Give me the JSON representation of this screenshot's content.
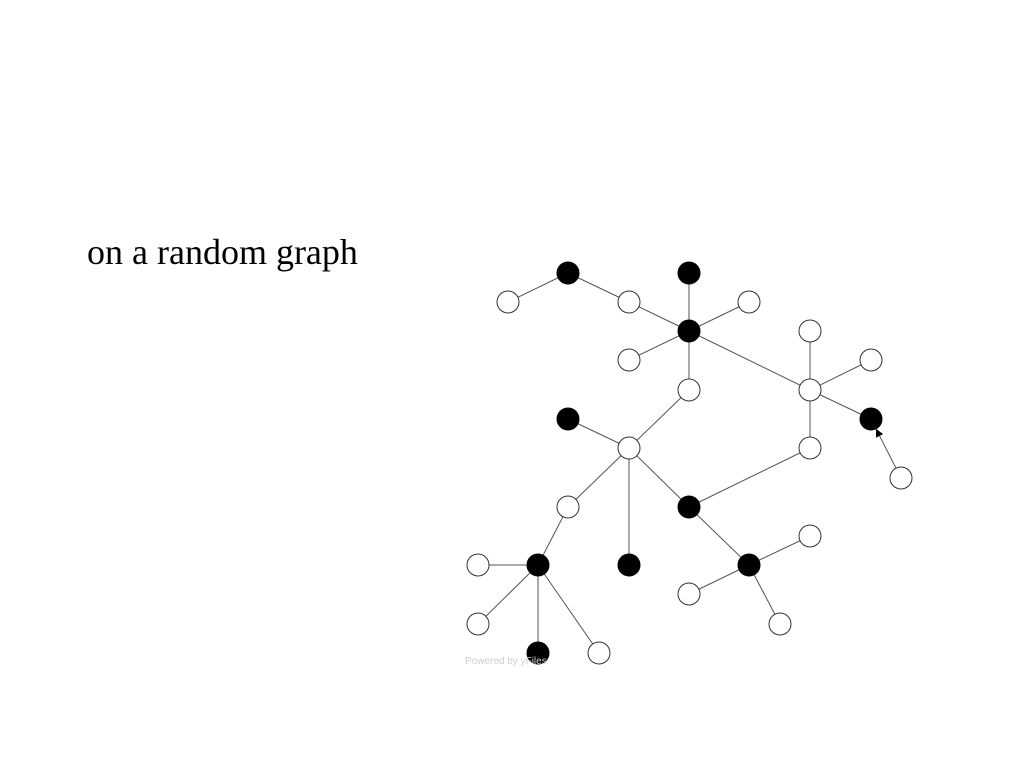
{
  "slide": {
    "title": "on a random graph"
  },
  "graph": {
    "watermark": "Powered by yFiles",
    "colors": {
      "filled_node": "#000000",
      "empty_node": "#ffffff",
      "node_stroke": "#333333",
      "edge": "#555555"
    },
    "nodes": [
      {
        "id": "n1",
        "state": "empty"
      },
      {
        "id": "n2",
        "state": "filled"
      },
      {
        "id": "n3",
        "state": "empty"
      },
      {
        "id": "n4",
        "state": "filled"
      },
      {
        "id": "n5",
        "state": "filled"
      },
      {
        "id": "n6",
        "state": "empty"
      },
      {
        "id": "n7",
        "state": "empty"
      },
      {
        "id": "n8",
        "state": "empty"
      },
      {
        "id": "n9",
        "state": "empty"
      },
      {
        "id": "n10",
        "state": "empty"
      },
      {
        "id": "n11",
        "state": "empty"
      },
      {
        "id": "n12",
        "state": "filled"
      },
      {
        "id": "n13",
        "state": "empty"
      },
      {
        "id": "n14",
        "state": "filled"
      },
      {
        "id": "n15",
        "state": "empty"
      },
      {
        "id": "n16",
        "state": "empty"
      },
      {
        "id": "n17",
        "state": "filled"
      },
      {
        "id": "n18",
        "state": "empty"
      },
      {
        "id": "n19",
        "state": "filled"
      },
      {
        "id": "n20",
        "state": "filled"
      },
      {
        "id": "n21",
        "state": "empty"
      },
      {
        "id": "n22",
        "state": "filled"
      },
      {
        "id": "n23",
        "state": "empty"
      },
      {
        "id": "n24",
        "state": "empty"
      },
      {
        "id": "n25",
        "state": "empty"
      },
      {
        "id": "n26",
        "state": "empty"
      },
      {
        "id": "n27",
        "state": "filled"
      },
      {
        "id": "n28",
        "state": "empty"
      }
    ],
    "edges": [
      {
        "from": "n1",
        "to": "n2"
      },
      {
        "from": "n2",
        "to": "n3"
      },
      {
        "from": "n3",
        "to": "n5"
      },
      {
        "from": "n4",
        "to": "n5"
      },
      {
        "from": "n6",
        "to": "n5"
      },
      {
        "from": "n7",
        "to": "n5"
      },
      {
        "from": "n5",
        "to": "n8"
      },
      {
        "from": "n5",
        "to": "n9"
      },
      {
        "from": "n10",
        "to": "n9"
      },
      {
        "from": "n11",
        "to": "n9"
      },
      {
        "from": "n9",
        "to": "n12"
      },
      {
        "from": "n9",
        "to": "n16"
      },
      {
        "from": "n8",
        "to": "n15"
      },
      {
        "from": "n14",
        "to": "n15"
      },
      {
        "from": "n15",
        "to": "n18"
      },
      {
        "from": "n15",
        "to": "n19"
      },
      {
        "from": "n15",
        "to": "n17"
      },
      {
        "from": "n16",
        "to": "n17"
      },
      {
        "from": "n17",
        "to": "n22"
      },
      {
        "from": "n18",
        "to": "n20"
      },
      {
        "from": "n21",
        "to": "n20"
      },
      {
        "from": "n20",
        "to": "n24"
      },
      {
        "from": "n20",
        "to": "n27"
      },
      {
        "from": "n20",
        "to": "n28"
      },
      {
        "from": "n22",
        "to": "n19b"
      },
      {
        "from": "n22",
        "to": "n23"
      },
      {
        "from": "n22",
        "to": "n25"
      }
    ],
    "arrow": {
      "from": "n13",
      "to": "n12"
    }
  }
}
